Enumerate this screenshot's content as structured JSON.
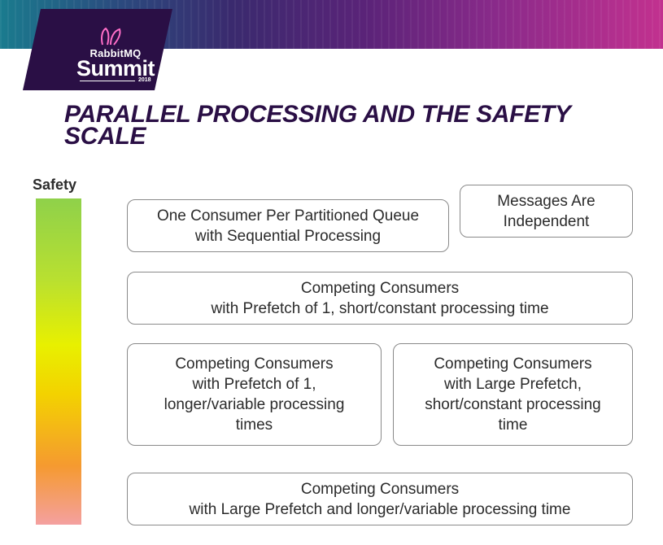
{
  "header": {
    "logo": {
      "brand": "RabbitMQ",
      "event": "Summit",
      "year": "2018"
    }
  },
  "slide": {
    "title": "PARALLEL PROCESSING AND THE SAFETY SCALE",
    "scale_label": "Safety",
    "boxes": [
      "One Consumer Per Partitioned Queue\nwith Sequential Processing",
      "Messages Are\nIndependent",
      "Competing Consumers\nwith Prefetch of 1, short/constant processing time",
      "Competing Consumers\nwith Prefetch of 1,\nlonger/variable processing\ntimes",
      "Competing Consumers\nwith Large Prefetch,\nshort/constant processing\ntime",
      "Competing Consumers\nwith Large Prefetch and longer/variable processing time"
    ]
  },
  "colors": {
    "title": "#2a0f45",
    "logo_background": "#2a0f45",
    "scale_top": "#8fd14a",
    "scale_middle": "#e8f000",
    "scale_bottom": "#f4a0a0",
    "box_border": "#8a8a8a"
  },
  "icons": [
    "rabbit-ears-icon"
  ]
}
